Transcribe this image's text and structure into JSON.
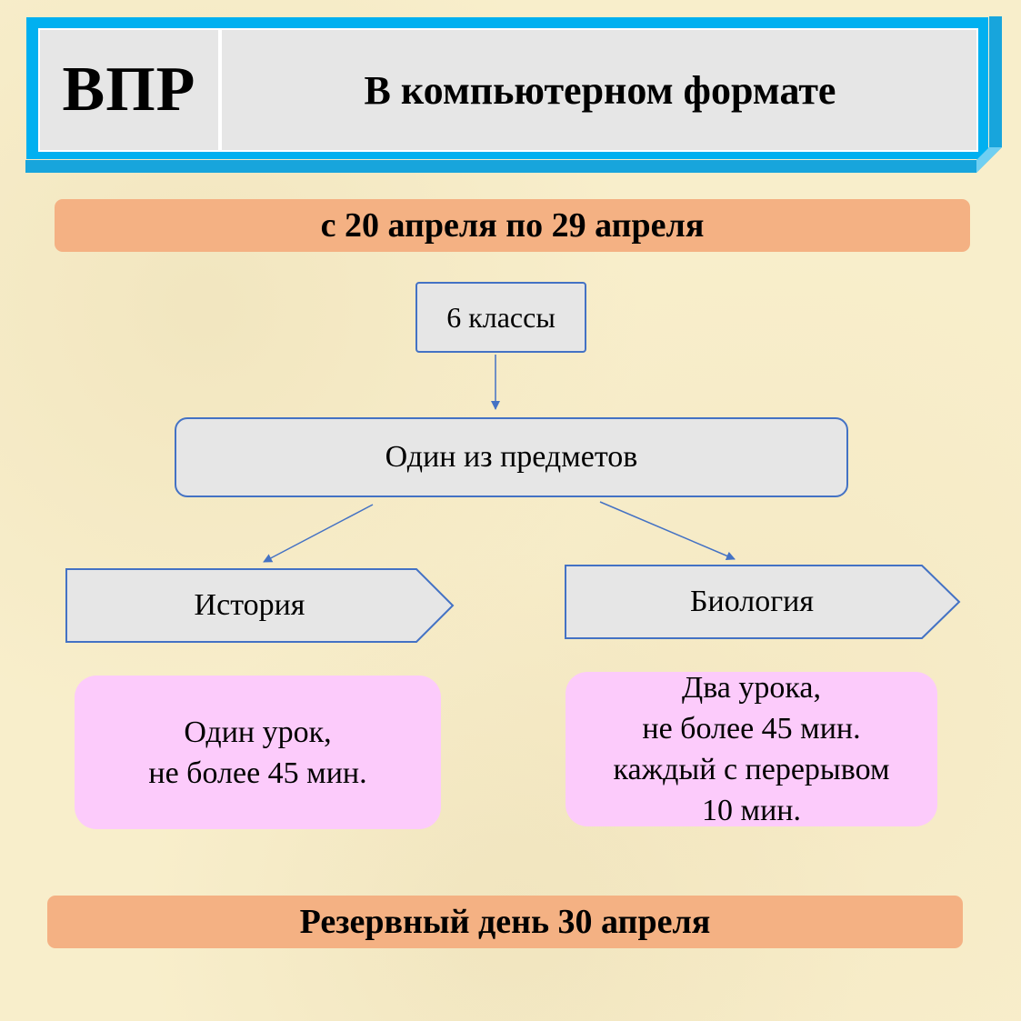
{
  "header": {
    "abbreviation": "ВПР",
    "title": "В компьютерном формате"
  },
  "dates_band": "с 20 апреля по 29 апреля",
  "flow": {
    "grade": "6 классы",
    "choice": "Один из предметов",
    "subjects": [
      {
        "name": "История",
        "details": [
          "Один урок,",
          "не более 45 мин."
        ]
      },
      {
        "name": "Биология",
        "details": [
          "Два урока,",
          "не более 45 мин.",
          "каждый с перерывом",
          "10 мин."
        ]
      }
    ]
  },
  "reserve_band": "Резервный день 30 апреля",
  "colors": {
    "background": "#f8eecb",
    "frame_blue": "#00b0f0",
    "box_fill": "#e6e6e6",
    "box_border": "#4472c4",
    "band_orange": "#f4b183",
    "info_pink": "#fccbfb"
  }
}
